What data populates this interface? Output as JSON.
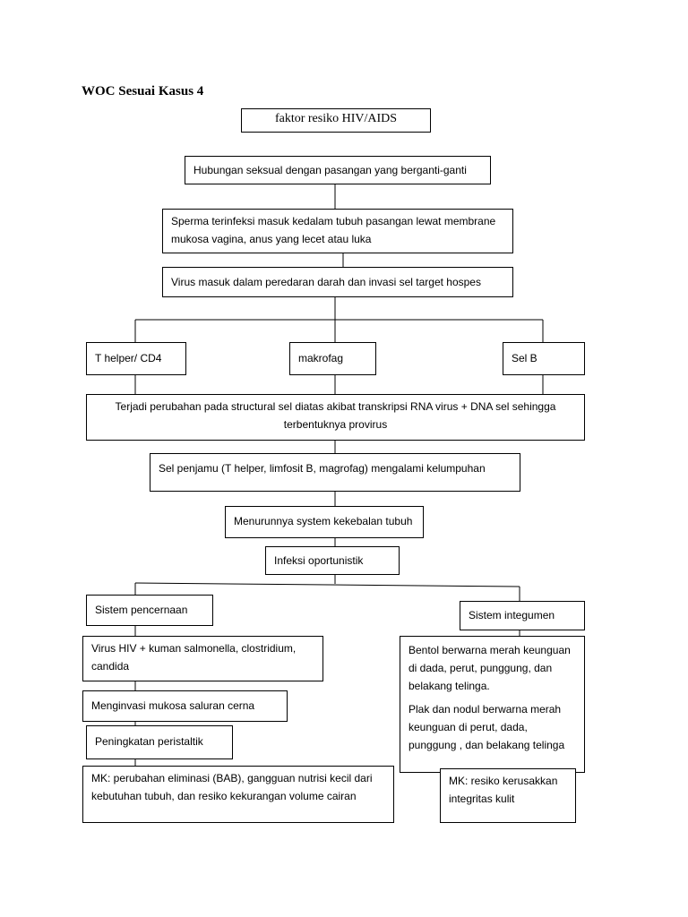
{
  "title": "WOC Sesuai Kasus 4",
  "nodes": {
    "faktor": "faktor resiko HIV/AIDS",
    "hubungan": "Hubungan seksual dengan pasangan yang berganti-ganti",
    "sperma": "Sperma terinfeksi masuk kedalam tubuh pasangan lewat membrane mukosa vagina, anus yang lecet atau luka",
    "virus_masuk": "Virus masuk dalam peredaran darah dan invasi sel target hospes",
    "thelper": "T helper/ CD4",
    "makrofag": "makrofag",
    "selb": "Sel B",
    "perubahan": "Terjadi perubahan pada structural sel diatas akibat transkripsi RNA virus + DNA sel sehingga terbentuknya provirus",
    "penjamu": "Sel penjamu (T helper, limfosit B, magrofag) mengalami kelumpuhan",
    "menurunnya": "Menurunnya system kekebalan tubuh",
    "infeksi": "Infeksi oportunistik",
    "pencernaan": "Sistem pencernaan",
    "integumen": "Sistem integumen",
    "virus_hiv": "Virus HIV + kuman salmonella, clostridium, candida",
    "menginvasi": "Menginvasi mukosa saluran cerna",
    "peristaltik": "Peningkatan peristaltik",
    "mk_eliminasi": "MK: perubahan eliminasi (BAB), gangguan nutrisi kecil dari kebutuhan tubuh, dan resiko kekurangan volume cairan",
    "bentol": "Bentol berwarna merah keunguan di dada, perut, punggung, dan belakang telinga.",
    "plak": "Plak dan nodul berwarna merah keunguan di perut, dada, punggung , dan belakang telinga",
    "mk_kulit": "MK: resiko kerusakkan integritas kulit"
  }
}
